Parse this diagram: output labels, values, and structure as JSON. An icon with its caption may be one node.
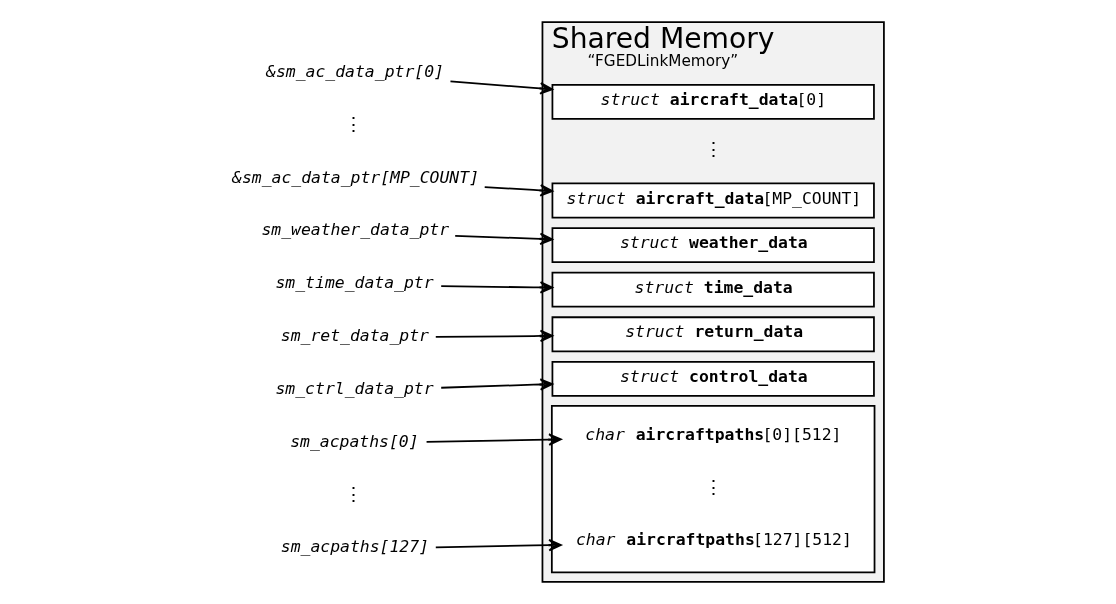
{
  "diagram": {
    "nodes": [
      {
        "text": [
          "&sm_ac_data_ptr[0]"
        ]
      },
      {
        "text": [
          "&sm_ac_data_ptr[MP_COUNT]"
        ]
      },
      {
        "text": [
          "sm_weather_data_ptr"
        ]
      },
      {
        "text": [
          "sm_time_data_ptr"
        ]
      },
      {
        "text": [
          "sm_ret_data_ptr"
        ]
      },
      {
        "text": [
          "sm_ctrl_data_ptr"
        ]
      },
      {
        "text": [
          "sm_acpaths[0]"
        ]
      },
      {
        "text": [
          "sm_acpaths[127]"
        ]
      },
      {
        "text": [
          "Shared Memory",
          "“FGEDLinkMemory”"
        ]
      },
      {
        "text": [
          "*struct* **aircraft_data**[0]"
        ],
        "in": 8
      },
      {
        "text": [
          "*struct* **aircraft_data**[MP_COUNT]"
        ],
        "in": 8
      },
      {
        "text": [
          "*struct* **weather_data**"
        ],
        "in": 8
      },
      {
        "text": [
          "*struct* **time_data**"
        ],
        "in": 8
      },
      {
        "text": [
          "*struct* **return_data**"
        ],
        "in": 8
      },
      {
        "text": [
          "*struct* **control_data**"
        ],
        "in": 8
      },
      {
        "text": [],
        "shape": "box",
        "in": 8
      },
      {
        "text": [
          "*char* **aircraftpaths**[0][512]"
        ],
        "in": 15
      },
      {
        "text": [
          "*char* **aircraftpaths**[127][512]"
        ],
        "in": 15
      }
    ],
    "edges": [
      {
        "from": 0,
        "to": 9,
        "arrow": "to"
      },
      {
        "from": 1,
        "to": 10,
        "arrow": "to"
      },
      {
        "from": 2,
        "to": 11,
        "arrow": "to"
      },
      {
        "from": 3,
        "to": 12,
        "arrow": "to"
      },
      {
        "from": 4,
        "to": 13,
        "arrow": "to"
      },
      {
        "from": 5,
        "to": 14,
        "arrow": "to"
      },
      {
        "from": 6,
        "to": 16,
        "arrow": "to"
      },
      {
        "from": 7,
        "to": 17,
        "arrow": "to"
      }
    ],
    "labels": [
      "⋮",
      "⋮",
      "⋮",
      "⋮"
    ]
  }
}
